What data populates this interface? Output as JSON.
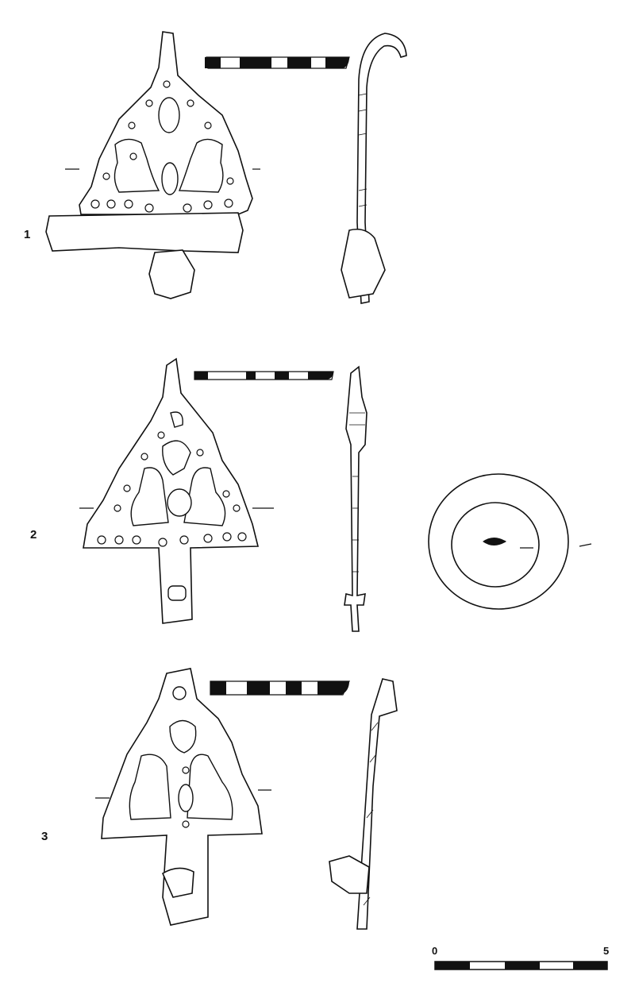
{
  "figures": [
    {
      "number": "1"
    },
    {
      "number": "2"
    },
    {
      "number": "3"
    }
  ],
  "scale_bar": {
    "start_label": "0",
    "end_label": "5",
    "segments": 5
  },
  "colors": {
    "ink": "#111111",
    "background": "#ffffff"
  }
}
